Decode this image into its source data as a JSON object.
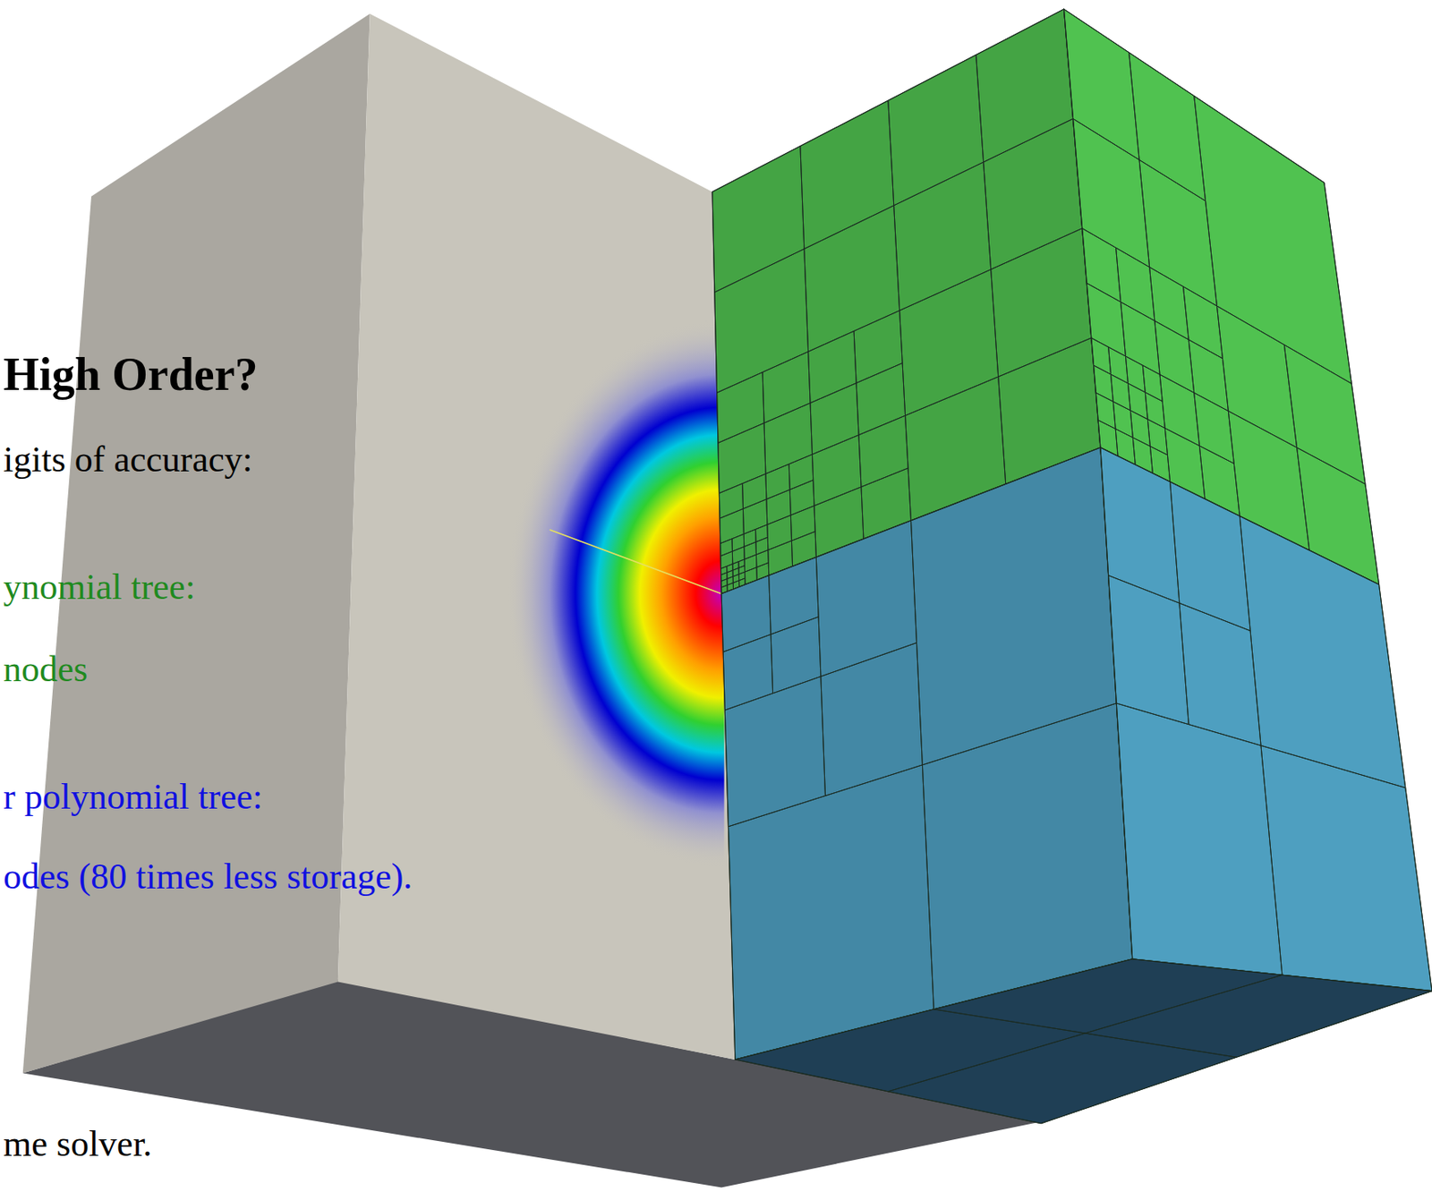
{
  "diagram": {
    "title": "High Order?",
    "labels": [
      "igits of accuracy:",
      "ynomial tree:",
      "nodes",
      "r polynomial tree:",
      "odes (80 times less storage).",
      "me solver."
    ]
  }
}
